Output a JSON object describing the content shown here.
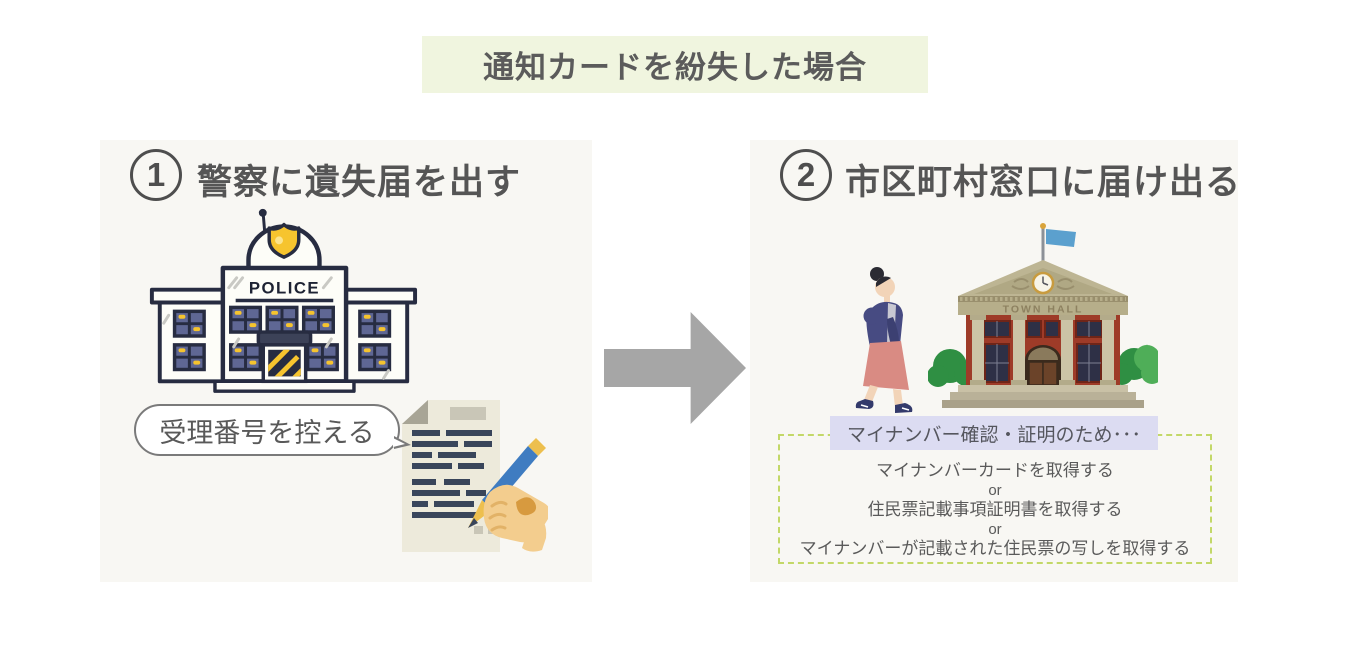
{
  "title": {
    "text": "通知カードを紛失した場合"
  },
  "colors": {
    "banner_bg": "#f0f5df",
    "panel_bg": "#f8f7f3",
    "text": "#595959",
    "arrow": "#a6a6a6",
    "label_bg": "#dcdcf2",
    "dashed_border": "#c3d868",
    "police_badge_yellow": "#f6c42e",
    "townhall_brick": "#9e3b28"
  },
  "step1": {
    "number": "1",
    "heading": "警察に遺失届を出す",
    "bubble": "受理番号を控える",
    "police_sign": "POLICE"
  },
  "step2": {
    "number": "2",
    "heading": "市区町村窓口に届け出る",
    "building_sign": "TOWN HALL",
    "label": "マイナンバー確認・証明のため･･･",
    "option_lines": [
      "マイナンバーカードを取得する",
      "or",
      "住民票記載事項証明書を取得する",
      "or",
      "マイナンバーが記載された住民票の写しを取得する"
    ]
  }
}
